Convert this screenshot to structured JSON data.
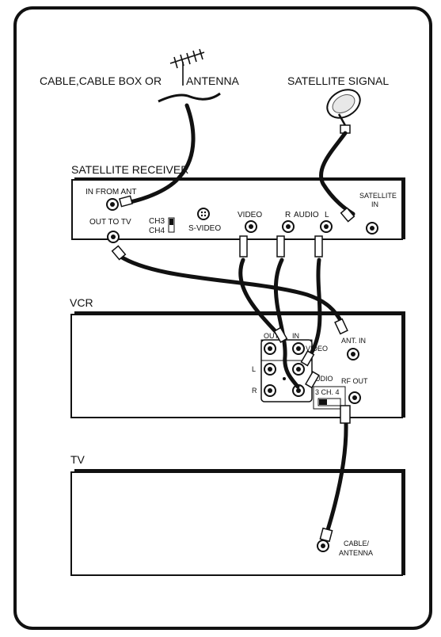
{
  "sources": {
    "cable_label": "CABLE,CABLE BOX OR",
    "antenna_label": "ANTENNA",
    "satellite_signal_label": "SATELLITE SIGNAL"
  },
  "satellite_receiver": {
    "title": "SATELLITE RECEIVER",
    "in_from_ant": "IN FROM ANT",
    "out_to_tv": "OUT TO TV",
    "ch3": "CH3",
    "ch4": "CH4",
    "s_video": "S-VIDEO",
    "video": "VIDEO",
    "audio_r": "R",
    "audio": "AUDIO",
    "audio_l": "L",
    "satellite_in_1": "SATELLITE",
    "satellite_in_2": "IN"
  },
  "vcr": {
    "title": "VCR",
    "out": "OUT",
    "in": "IN",
    "video": "VIDEO",
    "audio": "AUDIO",
    "l": "L",
    "r": "R",
    "ant_in": "ANT. IN",
    "rf_out": "RF OUT",
    "ch_switch": "3 CH. 4"
  },
  "tv": {
    "title": "TV",
    "input_1": "CABLE/",
    "input_2": "ANTENNA"
  }
}
